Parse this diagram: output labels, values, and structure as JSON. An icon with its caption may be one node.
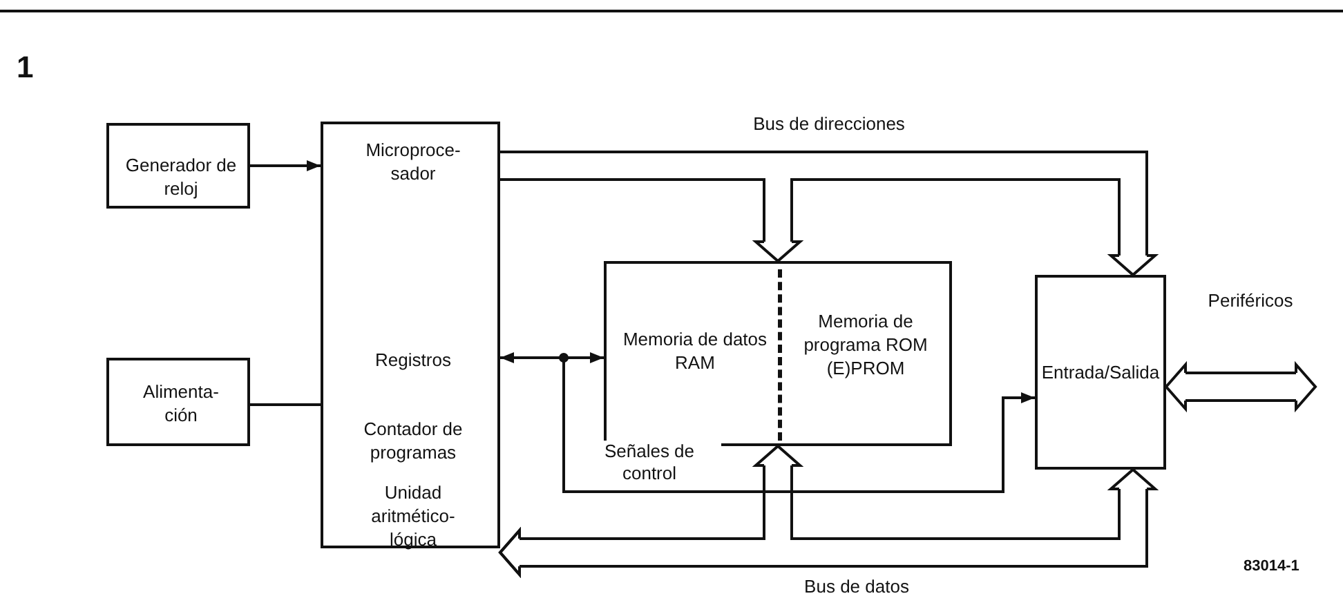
{
  "diagram": {
    "nodes": [
      {
        "text": [
          "Generador de reloj"
        ]
      },
      {
        "text": [
          "Microproce-sador",
          "Registros",
          "Contador de programas",
          "Unidad aritmético-lógica"
        ]
      },
      {
        "text": [
          "Alimenta-ción"
        ]
      },
      {
        "text": [
          "Memoria de datos RAM",
          "Memoria de programa ROM (E)PROM"
        ]
      },
      {
        "text": [
          "Entrada/Salida"
        ]
      }
    ],
    "edges": [
      {
        "from": 0,
        "to": 1,
        "arrow": "to"
      },
      {
        "from": 2,
        "to": 1,
        "arrow": "none"
      },
      {
        "from": 1,
        "to": 3,
        "arrow": "both"
      },
      {
        "from": 1,
        "to": 4,
        "arrow": "to",
        "label": "Señales de control"
      },
      {
        "from": 1,
        "to": 4,
        "arrow": "to",
        "label": "Bus de direcciones"
      },
      {
        "from": 1,
        "to": 3,
        "arrow": "to"
      },
      {
        "from": 1,
        "to": 4,
        "arrow": "both",
        "label": "Bus de datos"
      },
      {
        "from": 1,
        "to": 3,
        "arrow": "both"
      },
      {
        "from": 4,
        "to": null,
        "arrow": "both",
        "label": "Periféricos"
      }
    ],
    "labels": [
      "1",
      "83014-1"
    ]
  }
}
